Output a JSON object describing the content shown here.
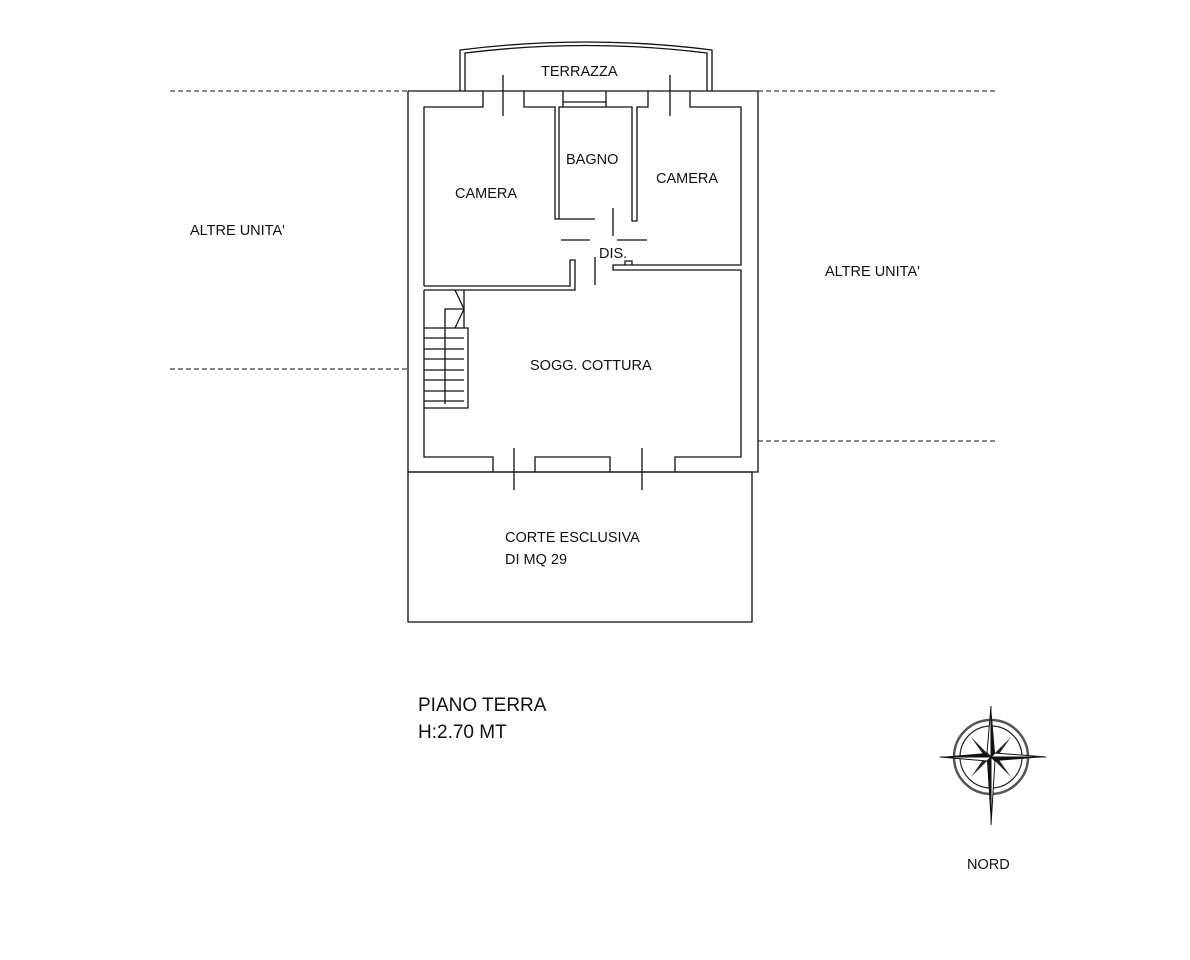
{
  "plan": {
    "rooms": {
      "terrazza": "TERRAZZA",
      "camera_left": "CAMERA",
      "bagno": "BAGNO",
      "camera_right": "CAMERA",
      "dis": "DIS.",
      "soggiorno": "SOGG. COTTURA",
      "corte_line1": "CORTE ESCLUSIVA",
      "corte_line2": "DI MQ 29"
    },
    "neighbors": {
      "left": "ALTRE UNITA'",
      "right": "ALTRE UNITA'"
    },
    "title": {
      "floor": "PIANO TERRA",
      "height": "H:2.70 MT"
    },
    "compass": {
      "label": "NORD"
    }
  }
}
